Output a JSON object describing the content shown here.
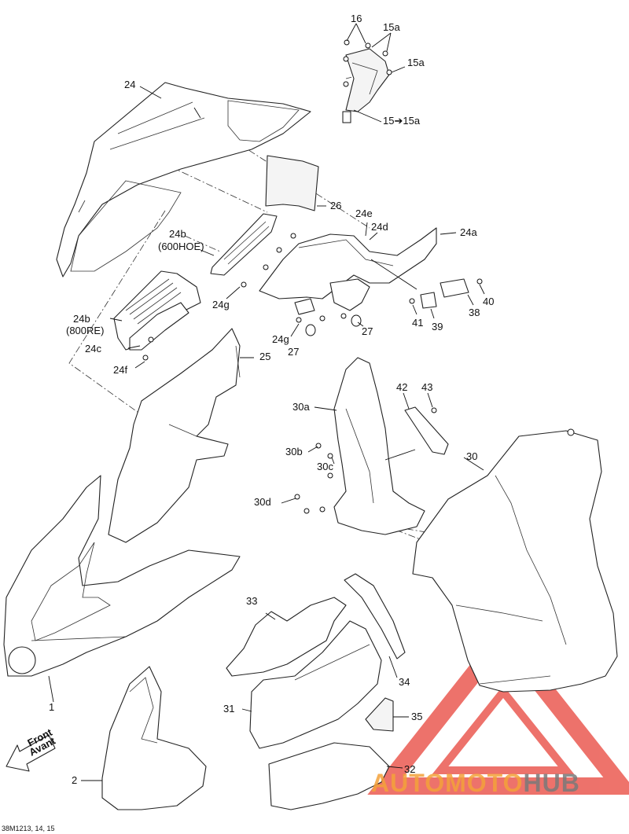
{
  "labels": {
    "l16": "16",
    "l15a_1": "15a",
    "l15a_2": "15a",
    "l15to15a": "15➔15a",
    "l24": "24",
    "l26": "26",
    "l24e": "24e",
    "l24d": "24d",
    "l24a": "24a",
    "l24b_1": "24b",
    "l600hoe": "(600HOE)",
    "l24g_1": "24g",
    "l40": "40",
    "l38": "38",
    "l41": "41",
    "l39": "39",
    "l24b_2": "24b",
    "l800re": "(800RE)",
    "l24c": "24c",
    "l24f": "24f",
    "l24g_2": "24g",
    "l27_1": "27",
    "l27_2": "27",
    "l25": "25",
    "l42": "42",
    "l43": "43",
    "l30a": "30a",
    "l30b": "30b",
    "l30c": "30c",
    "l30": "30",
    "l30d": "30d",
    "l33": "33",
    "l34": "34",
    "l31": "31",
    "l35": "35",
    "l32": "32",
    "l1": "1",
    "l2": "2"
  },
  "front_arrow": {
    "line1": "Front",
    "line2": "Avant"
  },
  "footer": "38M1213, 14, 15",
  "watermark": {
    "part1": "AUTO",
    "part2": "MOTO",
    "part3": "HUB"
  },
  "colors": {
    "watermark_red": "#e8443a",
    "watermark_orange": "#f4a23a",
    "watermark_gray": "#7a7a7a"
  }
}
